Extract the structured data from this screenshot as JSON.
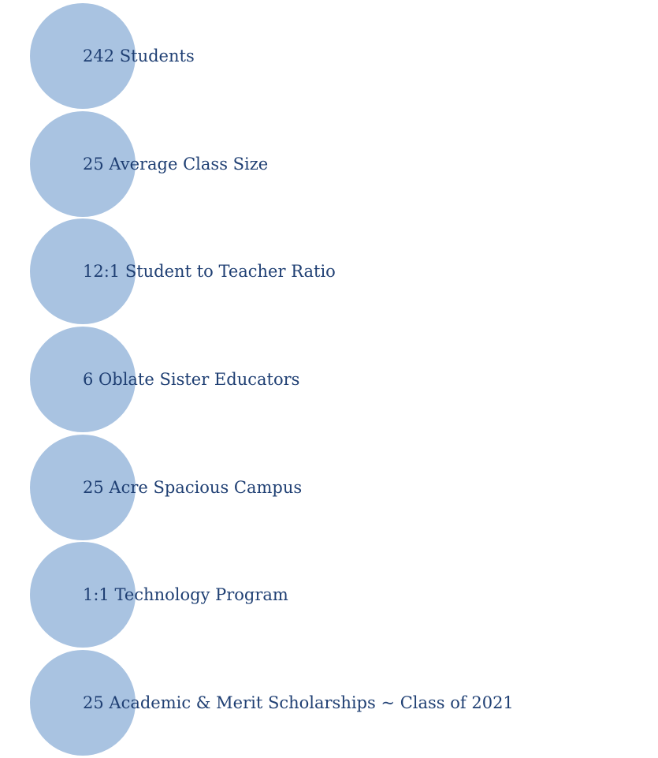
{
  "colors": {
    "circle": "#a9c3e1",
    "text": "#1f3f73"
  },
  "facts": [
    {
      "label": "242 Students"
    },
    {
      "label": "25 Average Class Size"
    },
    {
      "label": "12:1 Student to Teacher Ratio"
    },
    {
      "label": "6 Oblate Sister Educators"
    },
    {
      "label": "25 Acre Spacious Campus"
    },
    {
      "label": "1:1 Technology Program"
    },
    {
      "label": "25 Academic & Merit Scholarships ~ Class of 2021"
    }
  ]
}
